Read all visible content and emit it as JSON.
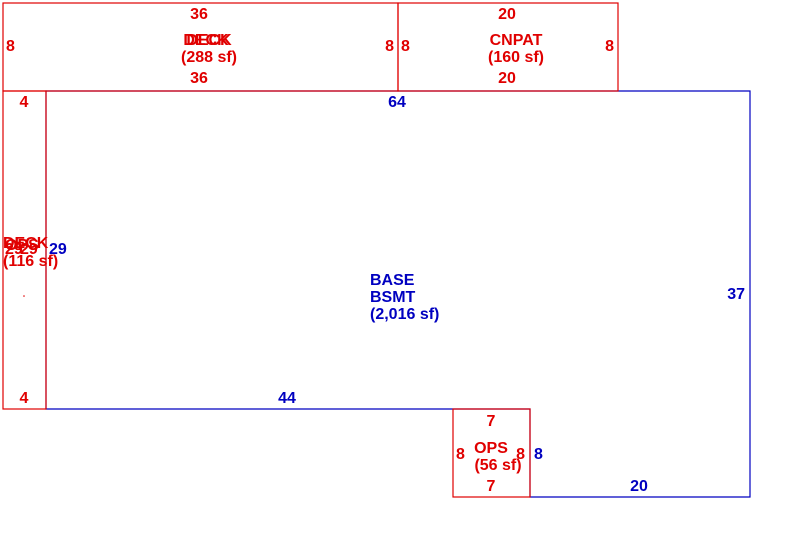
{
  "colors": {
    "base": "#0000c0",
    "addition": "#e00000",
    "background": "#ffffff"
  },
  "base": {
    "line1": "BASE",
    "line2": "BSMT",
    "area": "(2,016 sf)",
    "dims": {
      "top": "64",
      "right": "37",
      "bottom_right": "20",
      "notch_side": "8",
      "bottom_left": "44",
      "left": "29"
    }
  },
  "deck": {
    "label_a": "DECK",
    "label_b": "DECK",
    "area": "(288 sf)",
    "dims": {
      "top": "36",
      "bottom": "36",
      "left": "8",
      "right": "8"
    }
  },
  "cnpat": {
    "label": "CNPAT",
    "area": "(160 sf)",
    "dims": {
      "top": "20",
      "bottom": "20",
      "left": "8",
      "right": "8"
    }
  },
  "ops": {
    "label": "OPS",
    "area": "(56 sf)",
    "dims": {
      "top": "7",
      "bottom": "7",
      "left": "8",
      "right": "8"
    }
  },
  "side": {
    "label_a": "DECK",
    "label_b": "OPS",
    "area": "(116 sf)",
    "dims": {
      "top": "4",
      "bottom": "4",
      "left_a": "29",
      "left_b": "29"
    }
  }
}
